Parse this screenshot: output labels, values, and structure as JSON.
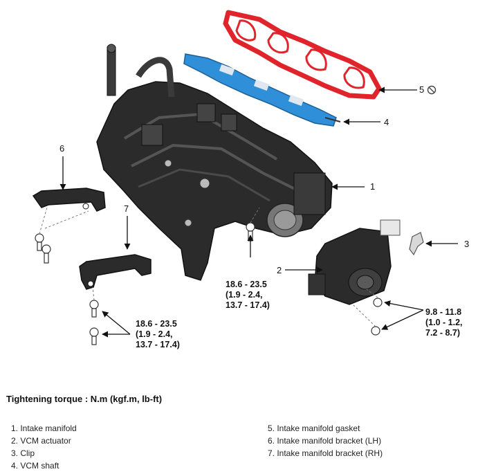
{
  "callouts": [
    "1",
    "2",
    "3",
    "4",
    "5",
    "6",
    "7"
  ],
  "torques": {
    "center": [
      "18.6 - 23.5",
      "(1.9 - 2.4,",
      "13.7 - 17.4)"
    ],
    "bottom_left": [
      "18.6 - 23.5",
      "(1.9 - 2.4,",
      "13.7 - 17.4)"
    ],
    "right": [
      "9.8 - 11.8",
      "(1.0 - 1.2,",
      "7.2 - 8.7)"
    ]
  },
  "torque_title": "Tightening torque : N.m (kgf.m, lb-ft)",
  "legend": {
    "left": [
      "1. Intake manifold",
      "2. VCM actuator",
      "3. Clip",
      "4. VCM shaft"
    ],
    "right": [
      "5. Intake manifold gasket",
      "6. Intake manifold bracket (LH)",
      "7. Intake manifold bracket (RH)"
    ]
  },
  "icons": {
    "gasket_note": "no-reuse-icon"
  },
  "colors": {
    "gasket": "#e0242c",
    "shaft": "#2f8fd8",
    "line": "#111111",
    "manifold": "#2b2b2b"
  }
}
